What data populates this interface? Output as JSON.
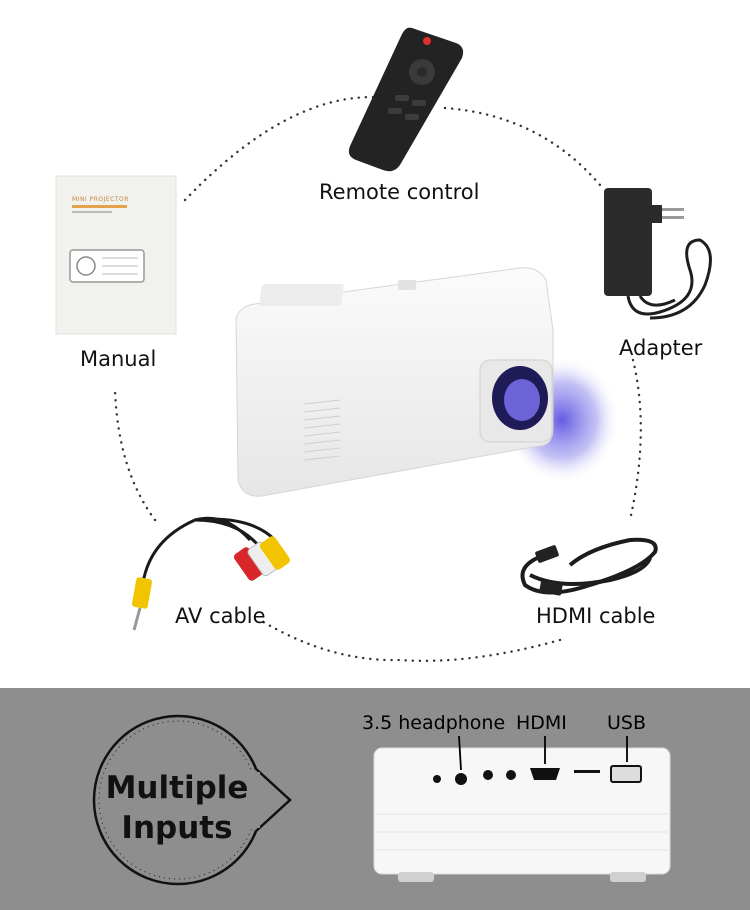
{
  "accessories": {
    "remote_label": "Remote control",
    "manual_label": "Manual",
    "adapter_label": "Adapter",
    "av_label": "AV cable",
    "hdmi_label": "HDMI cable",
    "manual_cover_text": "MINI PROJECTOR"
  },
  "ports": {
    "headphone_label": "3.5 headphone",
    "hdmi_label": "HDMI",
    "usb_label": "USB"
  },
  "badge": {
    "line1": "Multiple",
    "line2": "Inputs"
  },
  "colors": {
    "lower_band": "#8e8e8e",
    "projector_body": "#f3f3f3",
    "lens_glow": "#6d63d8",
    "av_yellow": "#f2c400",
    "av_red": "#d8262b"
  }
}
